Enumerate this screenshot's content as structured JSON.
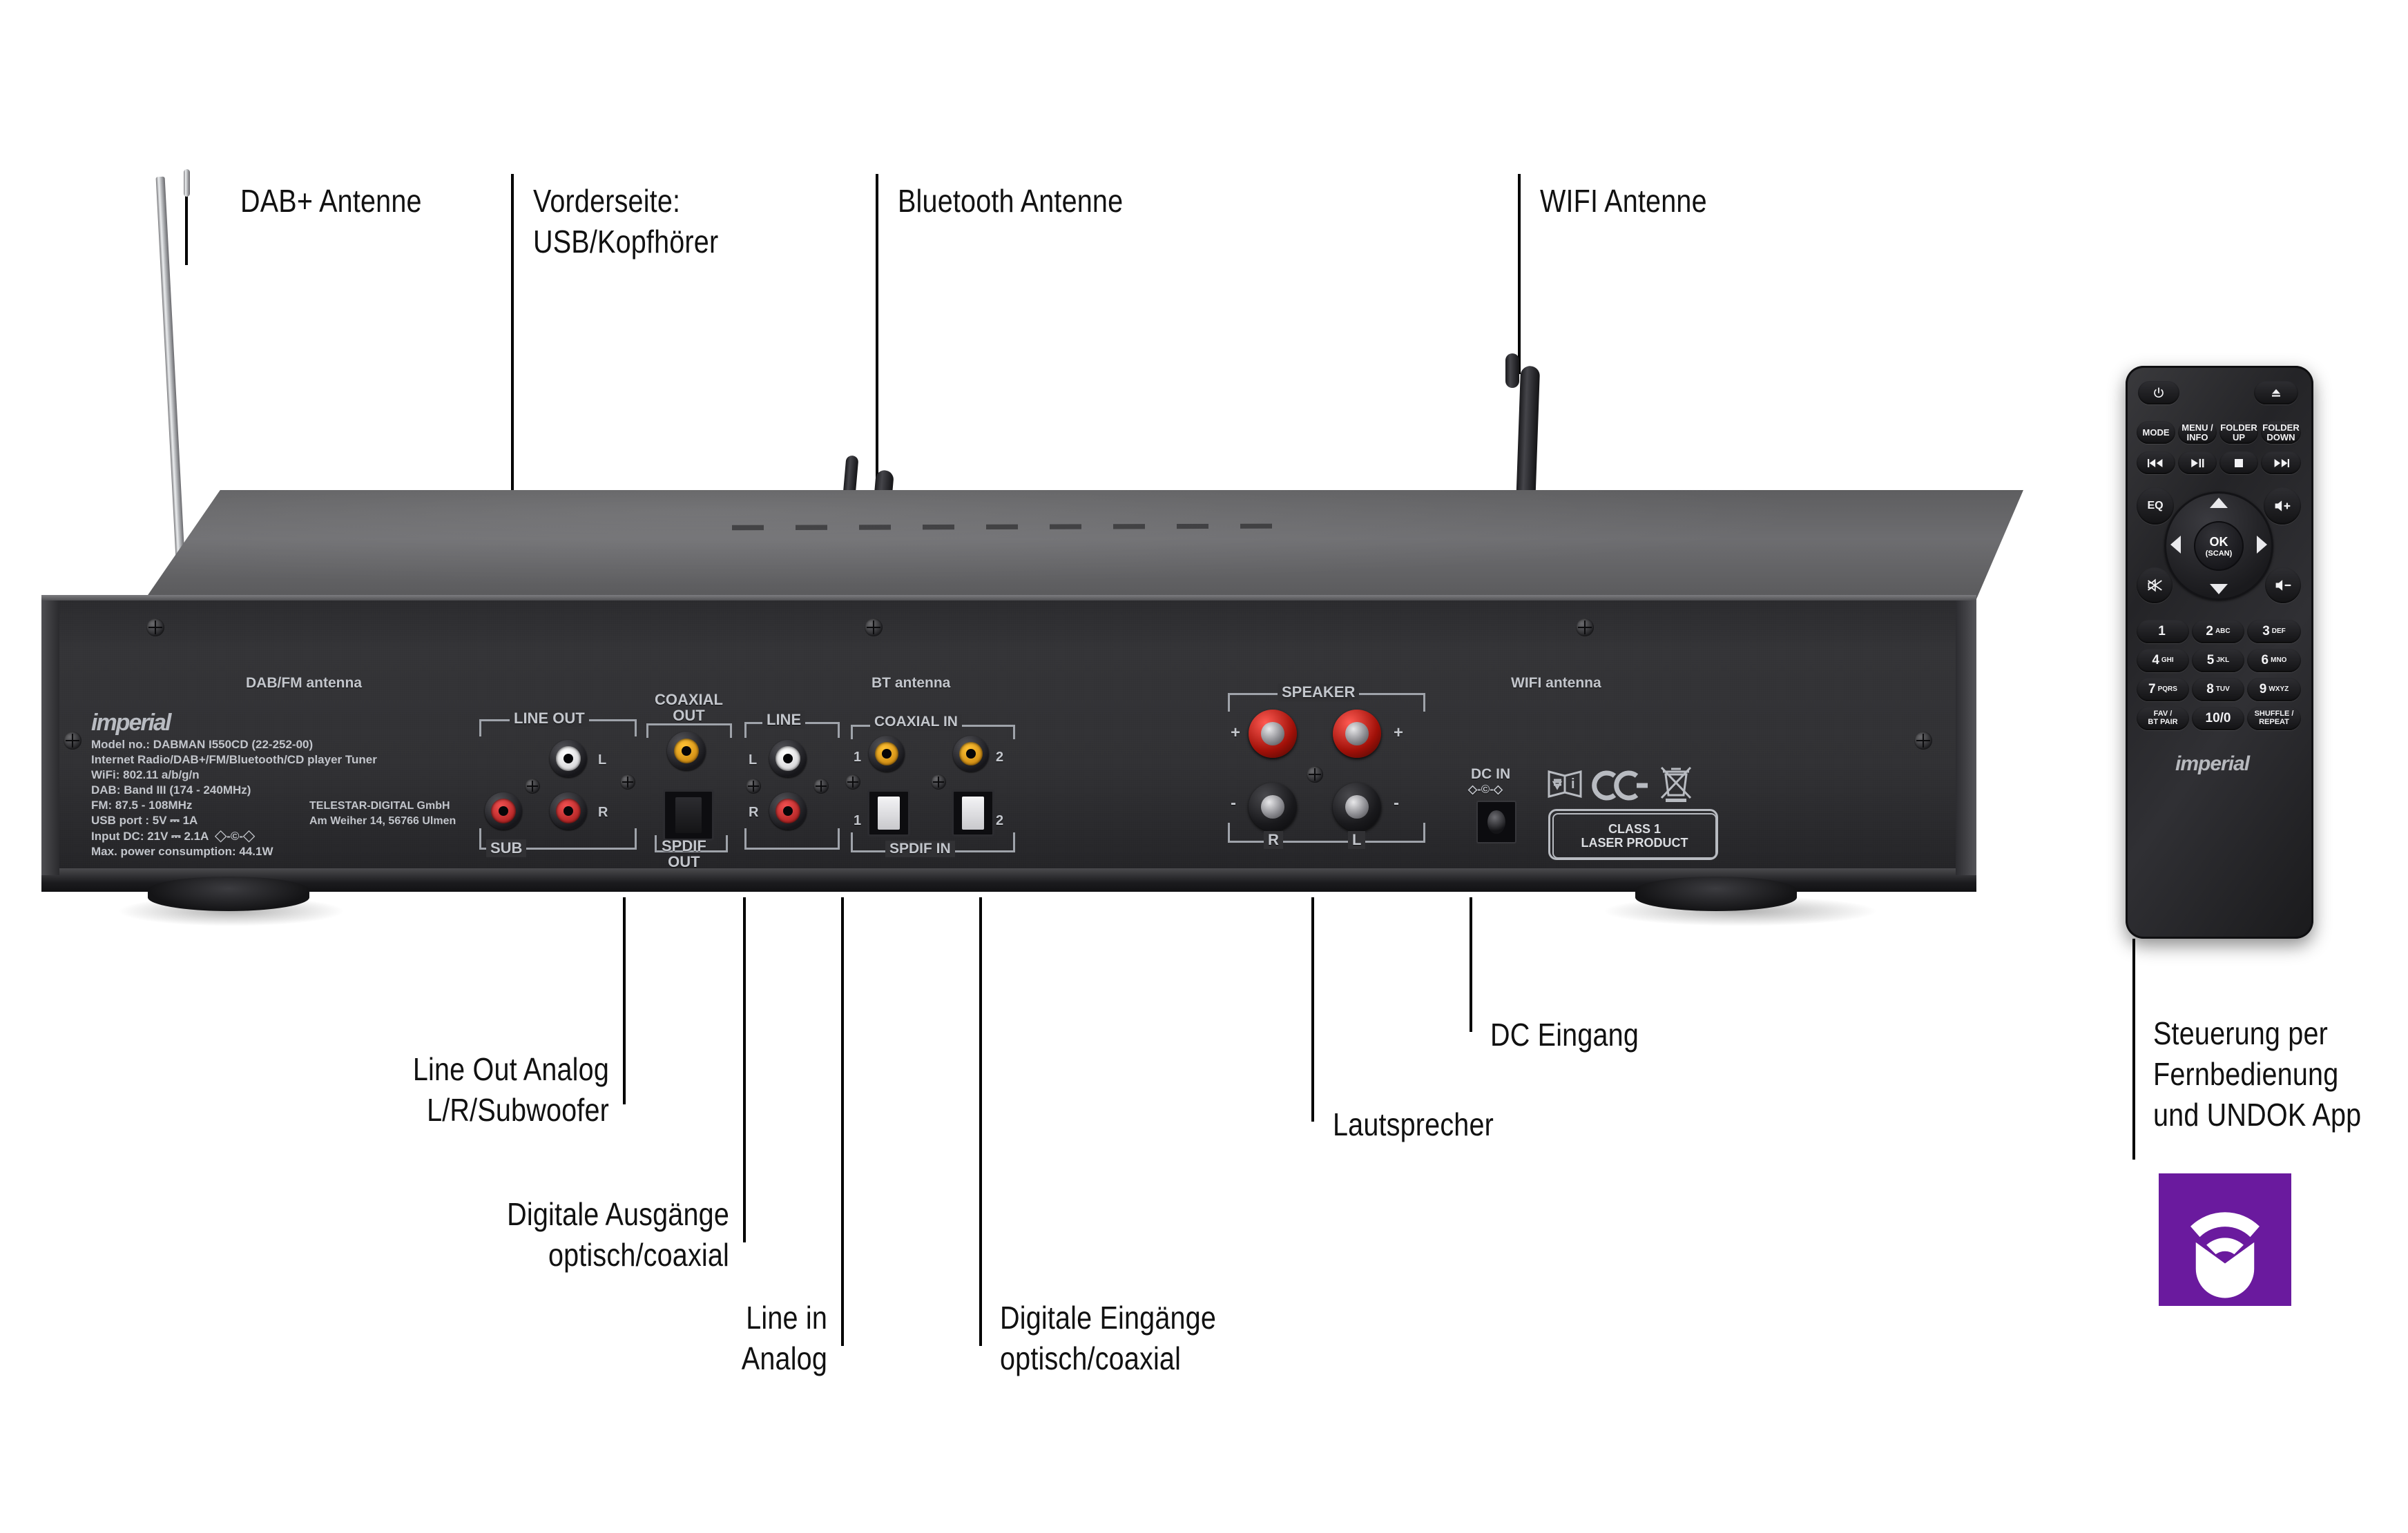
{
  "callouts": {
    "dab_antenne": "DAB+ Antenne",
    "vorderseite": "Vorderseite:\nUSB/Kopfhörer",
    "bluetooth_antenne": "Bluetooth Antenne",
    "wifi_antenne": "WIFI Antenne",
    "line_out": "Line Out Analog\nL/R/Subwoofer",
    "digitale_ausgaenge": "Digitale Ausgänge\noptisch/coaxial",
    "line_in": "Line in\nAnalog",
    "digitale_eingaenge": "Digitale Eingänge\noptisch/coaxial",
    "lautsprecher": "Lautsprecher",
    "dc_eingang": "DC Eingang",
    "steuerung": "Steuerung per\nFernbedienung\nund UNDOK App"
  },
  "device": {
    "brand": "imperial",
    "spec_label": "Model no.: DABMAN I550CD (22-252-00)\nInternet Radio/DAB+/FM/Bluetooth/CD player Tuner\nWiFi: 802.11 a/b/g/n\nDAB: Band III (174 - 240MHz)\nFM: 87.5 - 108MHz\nUSB port : 5V ⎓ 1A\nInput DC: 21V ⎓ 2.1A  ◇-©-◇\nMax. power consumption: 44.1W",
    "manufacturer_line1": "TELESTAR-DIGITAL GmbH",
    "manufacturer_line2": "Am Weiher 14, 56766 Ulmen",
    "antenna_labels": {
      "dab_fm": "DAB/FM antenna",
      "bt": "BT antenna",
      "wifi": "WIFI antenna"
    },
    "panel": {
      "line_out": "LINE OUT",
      "line_out_l": "L",
      "line_out_r": "R",
      "sub": "SUB",
      "coaxial_out": "COAXIAL\nOUT",
      "spdif_out": "SPDIF\nOUT",
      "line_in": "LINE",
      "line_in_l": "L",
      "line_in_r": "R",
      "coaxial_in": "COAXIAL IN",
      "coaxial_in_1": "1",
      "coaxial_in_2": "2",
      "spdif_in": "SPDIF IN",
      "spdif_in_1": "1",
      "spdif_in_2": "2",
      "speaker": "SPEAKER",
      "speaker_plus_l": "+",
      "speaker_plus_r": "+",
      "speaker_minus_l": "-",
      "speaker_minus_r": "-",
      "speaker_r": "R",
      "speaker_l": "L",
      "dc_in": "DC IN",
      "dc_in_symbol": "◇-©-◇",
      "laser_line1": "CLASS 1",
      "laser_line2": "LASER PRODUCT",
      "ce_mark": "CE"
    }
  },
  "remote": {
    "brand": "imperial",
    "rows": {
      "power": "⏻",
      "eject": "⏏",
      "r2": [
        "MODE",
        "MENU /\nINFO",
        "FOLDER\nUP",
        "FOLDER\nDOWN"
      ],
      "r3": [
        "⏮",
        "⏯",
        "⏹",
        "⏭"
      ],
      "eq": "EQ",
      "vol_up": "+",
      "ok": "OK",
      "ok_sub": "(SCAN)",
      "mute": "mute",
      "vol_down": "-",
      "keypad": [
        {
          "num": "1",
          "sub": ""
        },
        {
          "num": "2",
          "sub": "ABC"
        },
        {
          "num": "3",
          "sub": "DEF"
        },
        {
          "num": "4",
          "sub": "GHI"
        },
        {
          "num": "5",
          "sub": "JKL"
        },
        {
          "num": "6",
          "sub": "MNO"
        },
        {
          "num": "7",
          "sub": "PQRS"
        },
        {
          "num": "8",
          "sub": "TUV"
        },
        {
          "num": "9",
          "sub": "WXYZ"
        }
      ],
      "fav": "FAV /\nBT PAIR",
      "ten_zero": "10/0",
      "shuffle": "SHUFFLE /\nREPEAT"
    }
  },
  "undok": {
    "brand_color": "#6A1A9E"
  }
}
